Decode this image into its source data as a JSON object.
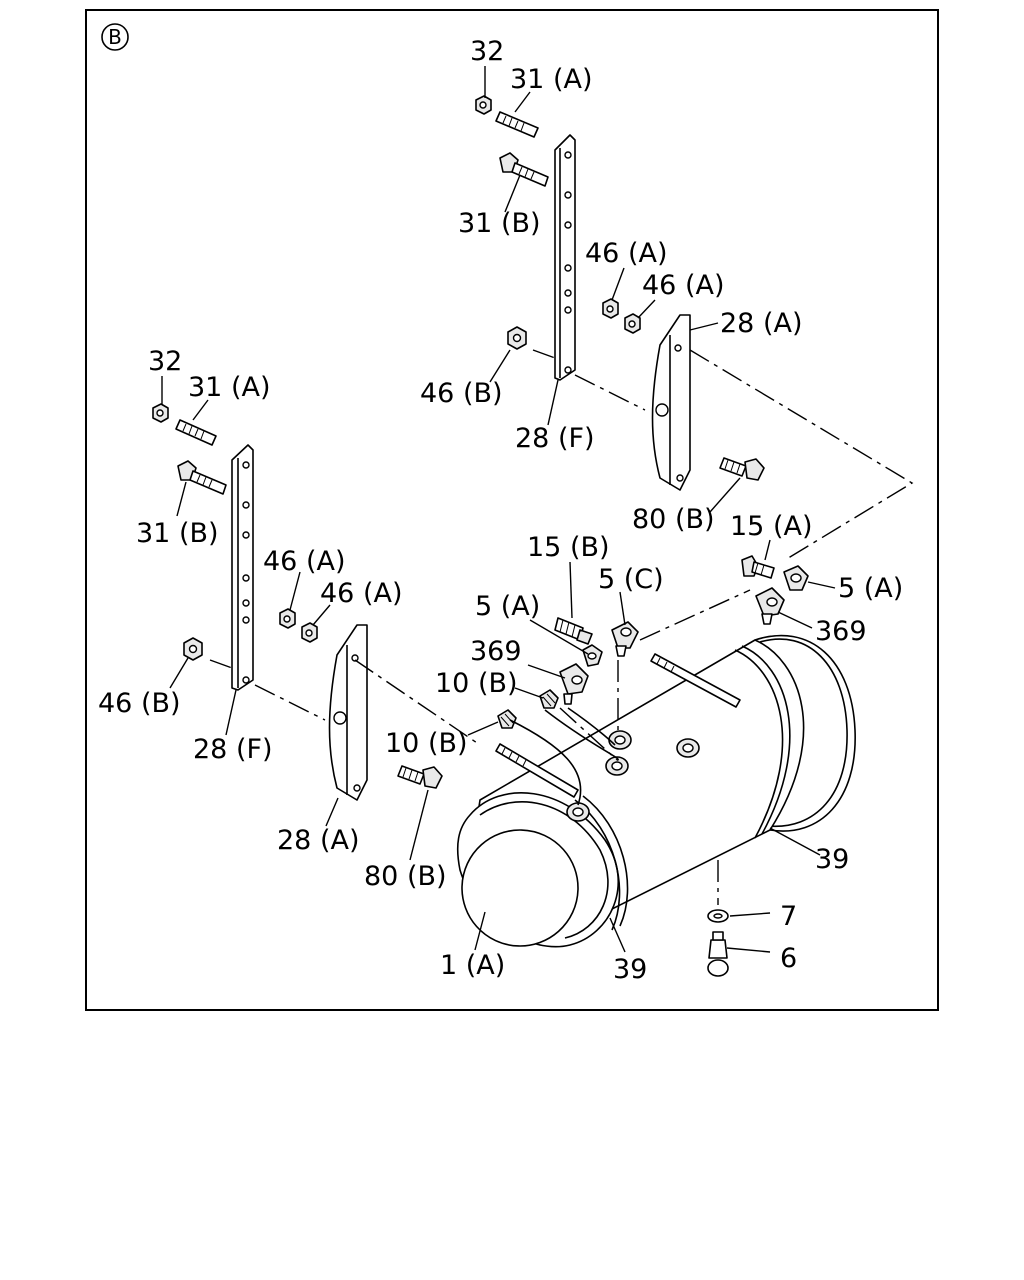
{
  "view_badge": "B",
  "labels": {
    "p32_top": "32",
    "p31a_top": "31 (A)",
    "p31b_top": "31 (B)",
    "p46a_top1": "46 (A)",
    "p46a_top2": "46 (A)",
    "p28a_top": "28 (A)",
    "p46b_top": "46 (B)",
    "p28f_top": "28 (F)",
    "p80b_top": "80 (B)",
    "p15a": "15 (A)",
    "p5a_right": "5 (A)",
    "p369_right": "369",
    "p32_left": "32",
    "p31a_left": "31 (A)",
    "p31b_left": "31 (B)",
    "p46a_left1": "46 (A)",
    "p46a_left2": "46 (A)",
    "p46b_left": "46 (B)",
    "p28f_left": "28 (F)",
    "p15b": "15 (B)",
    "p5c": "5 (C)",
    "p5a_mid": "5 (A)",
    "p369_mid": "369",
    "p10b_a": "10 (B)",
    "p10b_b": "10 (B)",
    "p28a_left": "28 (A)",
    "p80b_left": "80 (B)",
    "p39_right": "39",
    "p7": "7",
    "p6": "6",
    "p1a": "1 (A)",
    "p39_bottom": "39"
  }
}
